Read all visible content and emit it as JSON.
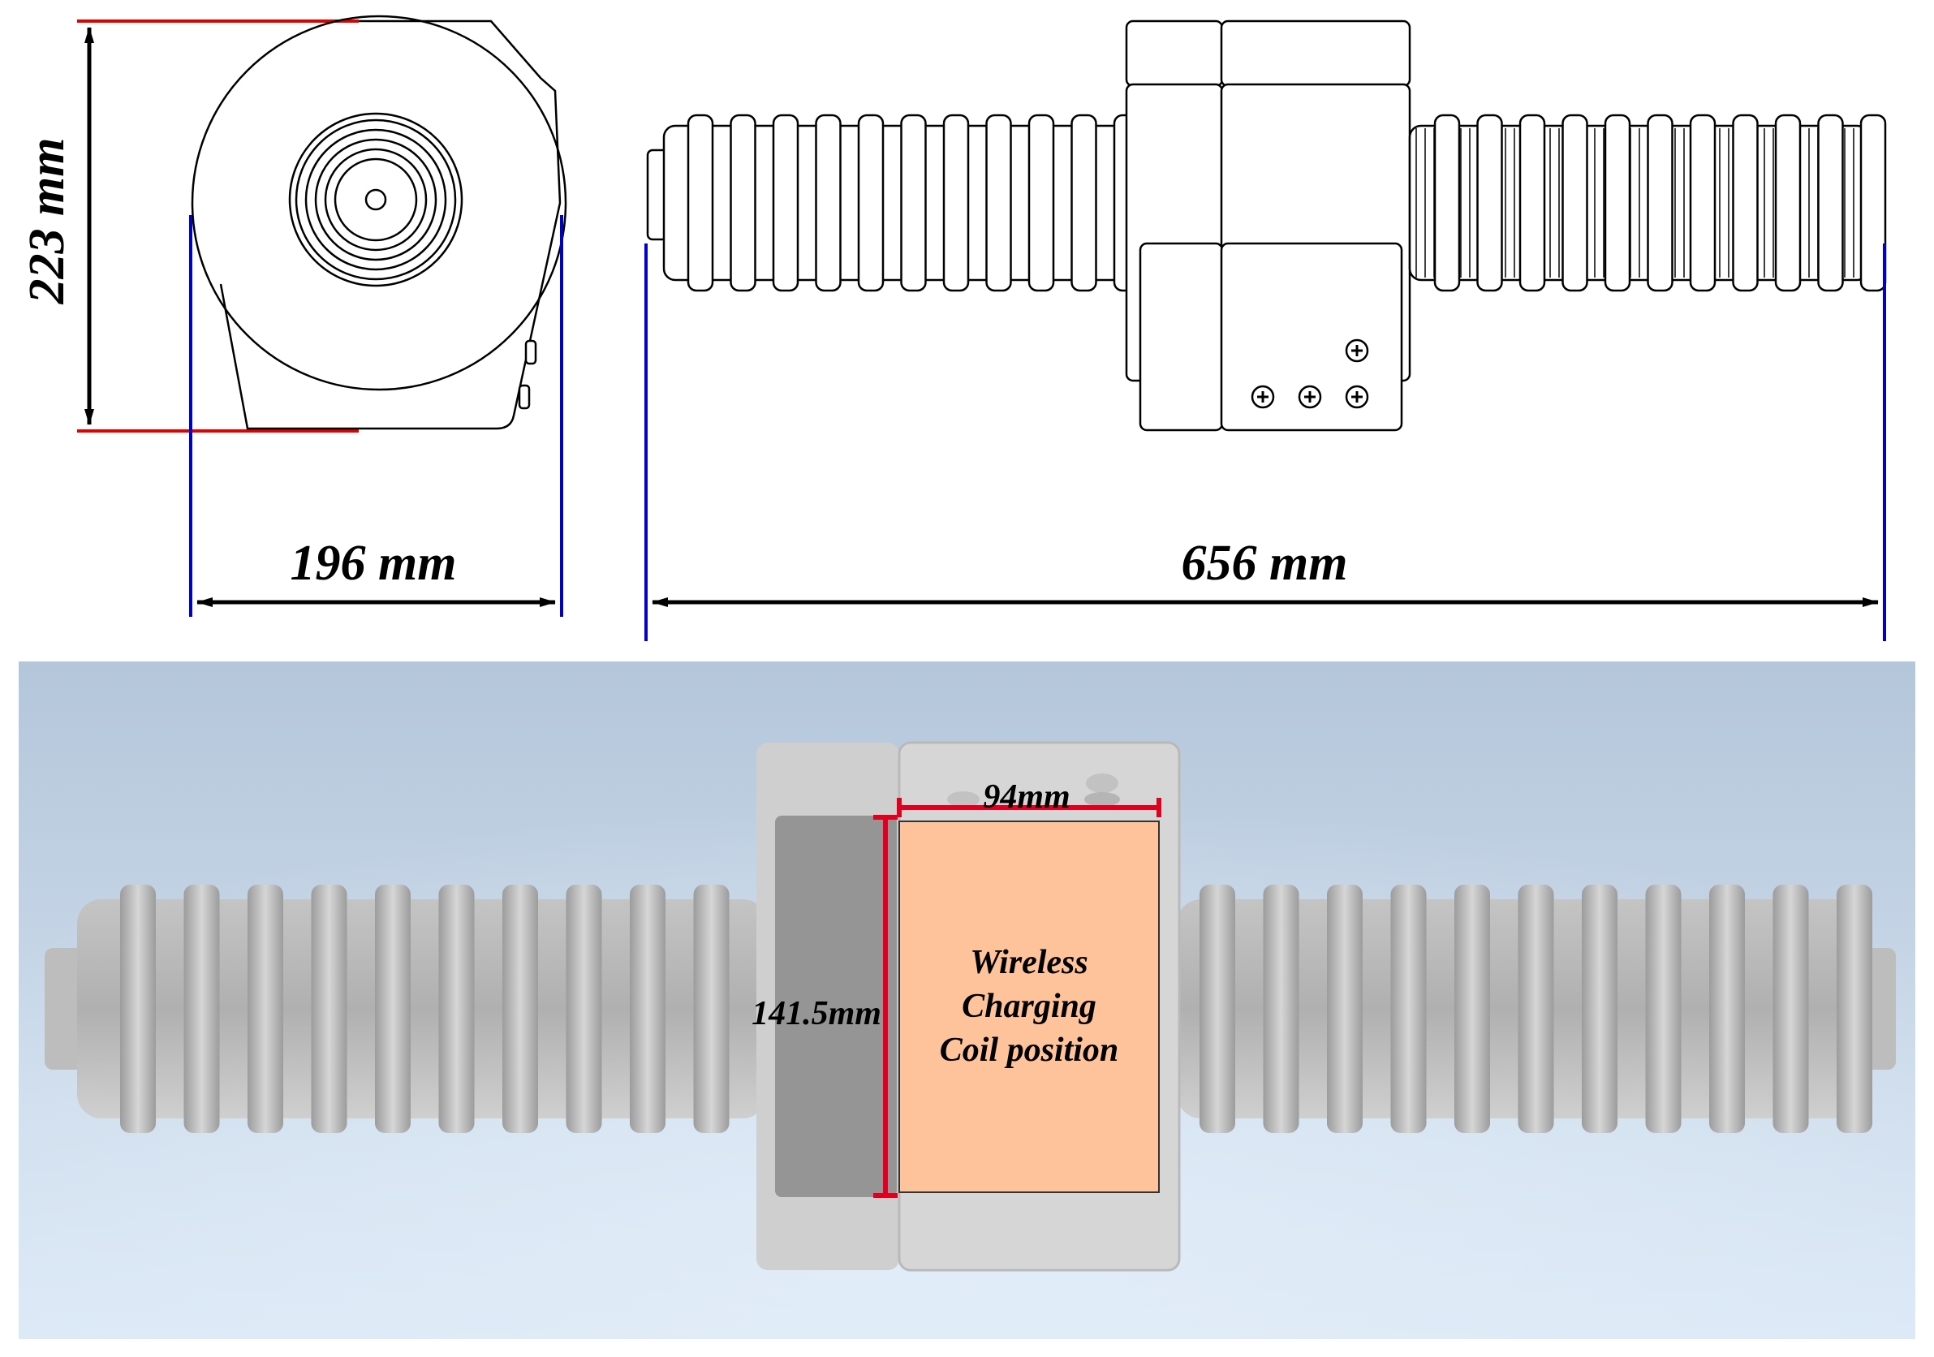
{
  "dimensions": {
    "height_label": "223 mm",
    "width_label": "196 mm",
    "length_label": "656 mm",
    "coil_width_label": "94mm",
    "coil_height_label": "141.5mm"
  },
  "coil_label": {
    "line1": "Wireless",
    "line2": "Charging",
    "line3": "Coil position"
  },
  "colors": {
    "height_extension_lines": "#e00000",
    "width_extension_lines": "#0000cc",
    "coil_region_fill": "#ffc39b",
    "coil_dimension_color": "#dd0020",
    "render_background_top": "#b8c9dc",
    "render_background_bottom": "#d8e6f4",
    "part_grey": "#9a9a9a"
  }
}
